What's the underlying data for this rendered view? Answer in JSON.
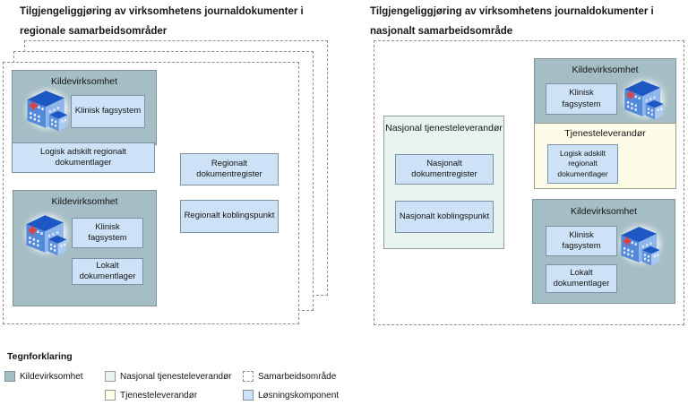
{
  "colors": {
    "kildevirksomhet_fill": "#a5bdc4",
    "nasjonal_tjenesteleverandor_fill": "#eaf4ee",
    "tjenesteleverandor_fill": "#fdfce6",
    "losningskomponent_fill": "#cde2f7",
    "box_border": "#7f9097",
    "component_border": "#7e92a5",
    "dashed_border": "#8f8f8f",
    "building_roof": "#1d57c4",
    "building_face": "#5289d8",
    "building_cross": "#e2403a"
  },
  "left_diagram": {
    "title_line1": "Tilgjengeliggjøring av virksomhetens journaldokumenter i",
    "title_line2": "regionale samarbeidsområder",
    "kilde1": {
      "title": "Kildevirksomhet",
      "system": "Klinisk fagsystem",
      "storage": "Logisk adskilt regionalt dokumentlager"
    },
    "kilde2": {
      "title": "Kildevirksomhet",
      "system": "Klinisk fagsystem",
      "storage": "Lokalt dokumentlager"
    },
    "register": "Regionalt dokumentregister",
    "koblingspunkt": "Regionalt koblingspunkt"
  },
  "right_diagram": {
    "title_line1": "Tilgjengeliggjøring av virksomhetens journaldokumenter i",
    "title_line2": "nasjonalt samarbeidsområde",
    "nasjonal_leverandor": {
      "title": "Nasjonal tjenesteleverandør",
      "register": "Nasjonalt dokumentregister",
      "koblingspunkt": "Nasjonalt koblingspunkt"
    },
    "kilde1": {
      "title": "Kildevirksomhet",
      "system": "Klinisk fagsystem"
    },
    "leverandor": {
      "title": "Tjenesteleverandør",
      "storage": "Logisk adskilt regionalt dokumentlager"
    },
    "kilde2": {
      "title": "Kildevirksomhet",
      "system": "Klinisk fagsystem",
      "storage": "Lokalt dokumentlager"
    }
  },
  "legend": {
    "title": "Tegnforklaring",
    "items": [
      {
        "label": "Kildevirksomhet",
        "swatch": "kildevirksomhet"
      },
      {
        "label": "Nasjonal tjenesteleverandør",
        "swatch": "nasjonal-tjenesteleverandor"
      },
      {
        "label": "Samarbeidsområde",
        "swatch": "samarbeidsomrade-dashed"
      },
      {
        "label": "Tjenesteleverandør",
        "swatch": "tjenesteleverandor"
      },
      {
        "label": "Løsningskomponent",
        "swatch": "losningskomponent"
      }
    ]
  }
}
